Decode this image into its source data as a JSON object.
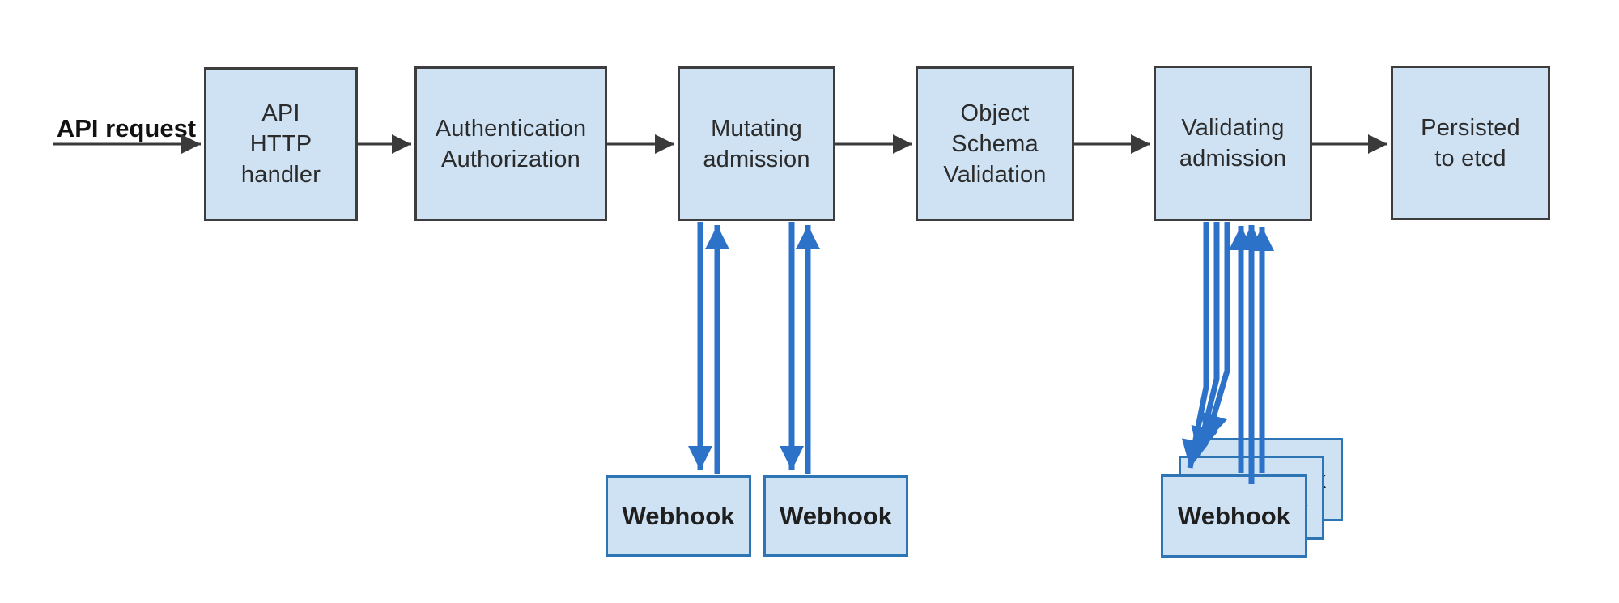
{
  "diagram": {
    "entry_label": "API request",
    "flow_nodes": [
      {
        "id": "api-http-handler",
        "lines": [
          "API",
          "HTTP",
          "handler"
        ]
      },
      {
        "id": "authentication-authorization",
        "lines": [
          "Authentication",
          "Authorization"
        ]
      },
      {
        "id": "mutating-admission",
        "lines": [
          "Mutating",
          "admission"
        ]
      },
      {
        "id": "object-schema-validation",
        "lines": [
          "Object",
          "Schema",
          "Validation"
        ]
      },
      {
        "id": "validating-admission",
        "lines": [
          "Validating",
          "admission"
        ]
      },
      {
        "id": "persisted-to-etcd",
        "lines": [
          "Persisted",
          "to etcd"
        ]
      }
    ],
    "webhooks": [
      {
        "id": "mutating-webhook-1",
        "label": "Webhook"
      },
      {
        "id": "mutating-webhook-2",
        "label": "Webhook"
      },
      {
        "id": "validating-webhook-stack-back",
        "label": "Webhook"
      },
      {
        "id": "validating-webhook-stack-middle",
        "label": "Webhook"
      },
      {
        "id": "validating-webhook-stack-front",
        "label": "Webhook"
      }
    ],
    "colors": {
      "node_fill": "#cfe2f3",
      "node_border": "#3d3d3d",
      "webhook_border": "#2e75b6",
      "arrow_black": "#3a3a3a",
      "arrow_blue": "#2b72c8",
      "text": "#2b2b2b"
    }
  }
}
